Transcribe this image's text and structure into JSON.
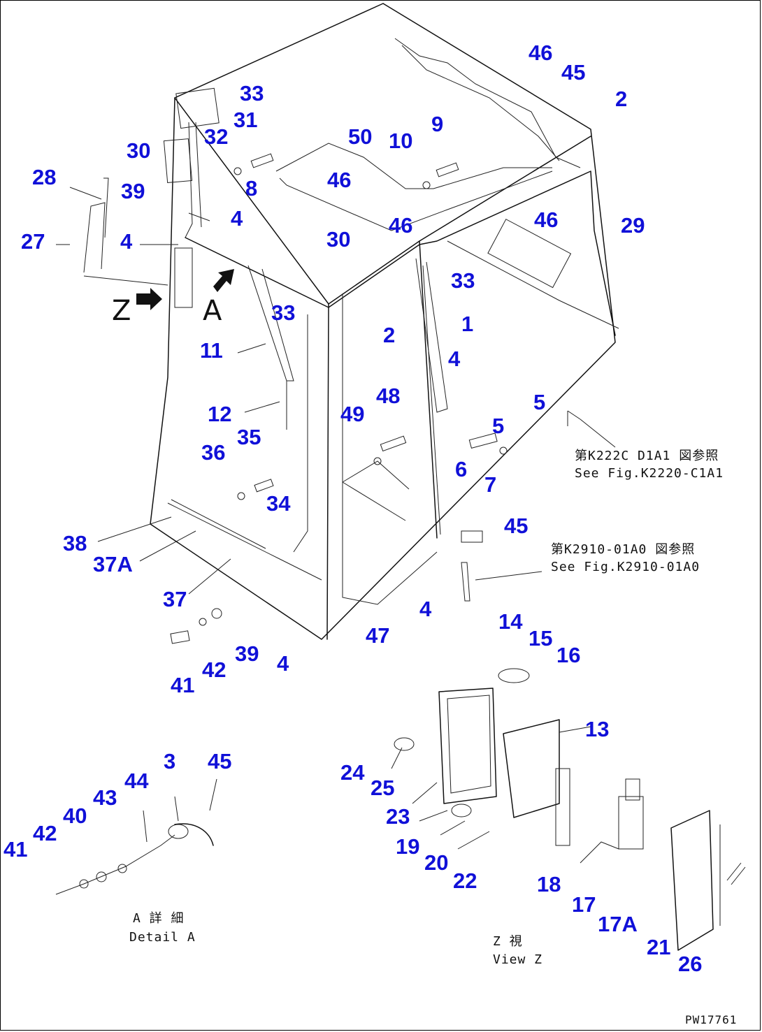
{
  "callouts": [
    {
      "id": "c33a",
      "text": "33"
    },
    {
      "id": "c31",
      "text": "31"
    },
    {
      "id": "c32",
      "text": "32"
    },
    {
      "id": "c30a",
      "text": "30"
    },
    {
      "id": "c28",
      "text": "28"
    },
    {
      "id": "c39a",
      "text": "39"
    },
    {
      "id": "c8",
      "text": "8"
    },
    {
      "id": "c4a",
      "text": "4"
    },
    {
      "id": "c27",
      "text": "27"
    },
    {
      "id": "c4b",
      "text": "4"
    },
    {
      "id": "c50",
      "text": "50"
    },
    {
      "id": "c10",
      "text": "10"
    },
    {
      "id": "c9",
      "text": "9"
    },
    {
      "id": "c46a",
      "text": "46"
    },
    {
      "id": "c46b",
      "text": "46"
    },
    {
      "id": "c45a",
      "text": "45"
    },
    {
      "id": "c2a",
      "text": "2"
    },
    {
      "id": "c29",
      "text": "29"
    },
    {
      "id": "c46c",
      "text": "46"
    },
    {
      "id": "c46d",
      "text": "46"
    },
    {
      "id": "c30b",
      "text": "30"
    },
    {
      "id": "c33b",
      "text": "33"
    },
    {
      "id": "c33c",
      "text": "33"
    },
    {
      "id": "c2b",
      "text": "2"
    },
    {
      "id": "c1",
      "text": "1"
    },
    {
      "id": "c11",
      "text": "11"
    },
    {
      "id": "c4c",
      "text": "4"
    },
    {
      "id": "c5a",
      "text": "5"
    },
    {
      "id": "c5b",
      "text": "5"
    },
    {
      "id": "c12",
      "text": "12"
    },
    {
      "id": "c49",
      "text": "49"
    },
    {
      "id": "c48",
      "text": "48"
    },
    {
      "id": "c6",
      "text": "6"
    },
    {
      "id": "c7",
      "text": "7"
    },
    {
      "id": "c36",
      "text": "36"
    },
    {
      "id": "c35",
      "text": "35"
    },
    {
      "id": "c34",
      "text": "34"
    },
    {
      "id": "c38",
      "text": "38"
    },
    {
      "id": "c37A",
      "text": "37A"
    },
    {
      "id": "c45b",
      "text": "45"
    },
    {
      "id": "c37",
      "text": "37"
    },
    {
      "id": "c4d",
      "text": "4"
    },
    {
      "id": "c47",
      "text": "47"
    },
    {
      "id": "c39b",
      "text": "39"
    },
    {
      "id": "c4e",
      "text": "4"
    },
    {
      "id": "c41a",
      "text": "41"
    },
    {
      "id": "c42a",
      "text": "42"
    },
    {
      "id": "c14",
      "text": "14"
    },
    {
      "id": "c15",
      "text": "15"
    },
    {
      "id": "c16",
      "text": "16"
    },
    {
      "id": "c13",
      "text": "13"
    },
    {
      "id": "c3",
      "text": "3"
    },
    {
      "id": "c45c",
      "text": "45"
    },
    {
      "id": "c44",
      "text": "44"
    },
    {
      "id": "c43",
      "text": "43"
    },
    {
      "id": "c40",
      "text": "40"
    },
    {
      "id": "c42b",
      "text": "42"
    },
    {
      "id": "c41b",
      "text": "41"
    },
    {
      "id": "c24",
      "text": "24"
    },
    {
      "id": "c25",
      "text": "25"
    },
    {
      "id": "c23",
      "text": "23"
    },
    {
      "id": "c19",
      "text": "19"
    },
    {
      "id": "c20",
      "text": "20"
    },
    {
      "id": "c22",
      "text": "22"
    },
    {
      "id": "c18",
      "text": "18"
    },
    {
      "id": "c17",
      "text": "17"
    },
    {
      "id": "c17A",
      "text": "17A"
    },
    {
      "id": "c21",
      "text": "21"
    },
    {
      "id": "c26",
      "text": "26"
    }
  ],
  "notes": {
    "ref_k2220_jp": "第K222C D1A1 図参照",
    "ref_k2220_en": "See Fig.K2220-C1A1",
    "ref_k2910_jp": "第K2910-01A0 図参照",
    "ref_k2910_en": "See Fig.K2910-01A0",
    "detail_a_jp": "A 詳 細",
    "detail_a_en": "Detail A",
    "view_z_jp": "Z 視",
    "view_z_en": "View Z",
    "view_letter_z": "Z",
    "view_letter_a": "A",
    "drawing_no": "PW17761"
  },
  "colors": {
    "callout": "#1010d8",
    "line": "#111111",
    "background": "#ffffff"
  }
}
